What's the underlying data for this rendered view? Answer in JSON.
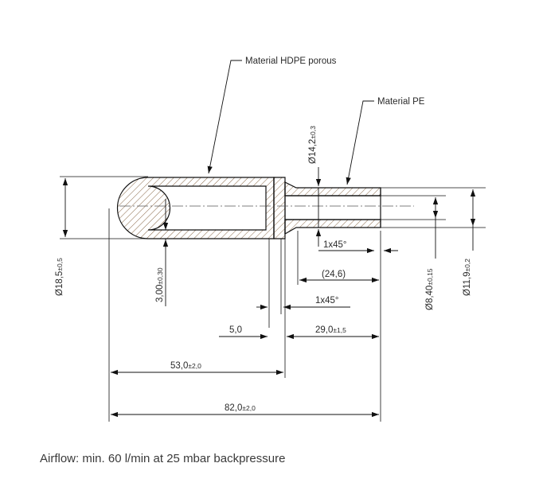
{
  "callouts": {
    "material_body": "Material HDPE porous",
    "material_tip": "Material PE"
  },
  "dimensions": {
    "dia_outer": {
      "text": "Ø18,5",
      "tol": "±0,5"
    },
    "wall": {
      "text": "3,00",
      "tol": "±0,30"
    },
    "dia_tip_outer": {
      "text": "Ø14,2",
      "tol": "±0,3"
    },
    "dia_tip_inner": {
      "text": "Ø8,40",
      "tol": "±0,15"
    },
    "dia_tip_bore": {
      "text": "Ø11,9",
      "tol": "±0,2"
    },
    "chamfer_tip": {
      "text": "1x45°"
    },
    "chamfer_neck": {
      "text": "1x45°"
    },
    "tip_length_ref": {
      "text": "(24,6)"
    },
    "neck_length": {
      "text": "5,0"
    },
    "tip_length": {
      "text": "29,0",
      "tol": "±1,5"
    },
    "body_length": {
      "text": "53,0",
      "tol": "±2,0"
    },
    "overall_length": {
      "text": "82,0",
      "tol": "±2,0"
    }
  },
  "footer": {
    "airflow_note": "Airflow: min. 60 l/min at 25 mbar backpressure"
  }
}
